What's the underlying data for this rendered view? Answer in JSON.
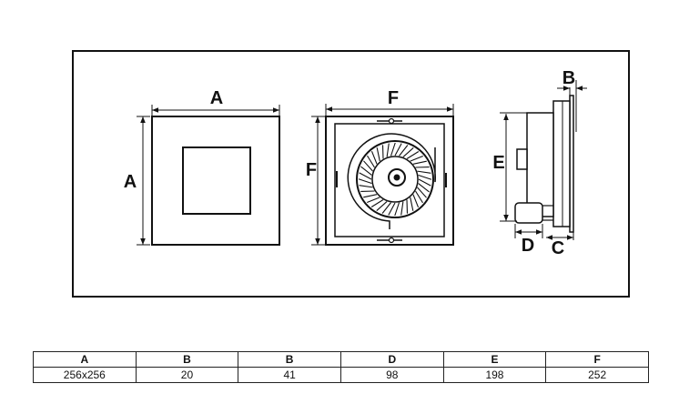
{
  "labels": {
    "front_width": "A",
    "front_height": "A",
    "inner_width": "F",
    "inner_height": "F",
    "side_thickness": "B",
    "side_height": "E",
    "side_depth": "D",
    "side_collar": "C"
  },
  "table": {
    "headers": [
      "A",
      "B",
      "B",
      "D",
      "E",
      "F"
    ],
    "values": [
      "256x256",
      "20",
      "41",
      "98",
      "198",
      "252"
    ]
  }
}
